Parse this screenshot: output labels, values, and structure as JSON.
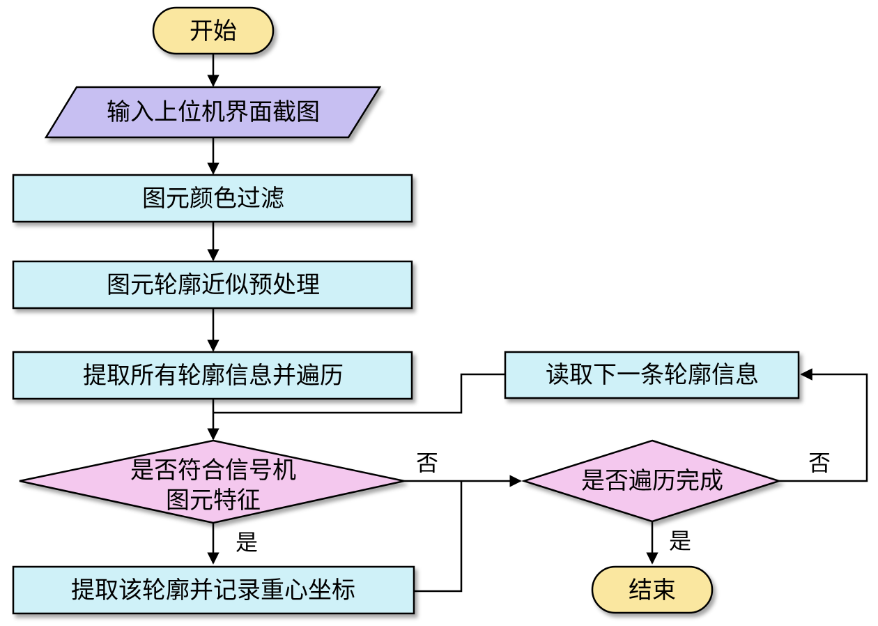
{
  "colors": {
    "terminal": "#FAE7A0",
    "io": "#C7BFF2",
    "process": "#CFF1F8",
    "decision": "#F4C8EE",
    "line": "#000000"
  },
  "nodes": {
    "start": "开始",
    "input": "输入上位机界面截图",
    "color_filter": "图元颜色过滤",
    "contour_preprocess": "图元轮廓近似预处理",
    "extract_traverse": "提取所有轮廓信息并遍历",
    "read_next": "读取下一条轮廓信息",
    "decision_match": {
      "line1": "是否符合信号机",
      "line2": "图元特征"
    },
    "decision_done": "是否遍历完成",
    "extract_record": "提取该轮廓并记录重心坐标",
    "end": "结束"
  },
  "edge_labels": {
    "match_no": "否",
    "match_yes": "是",
    "done_no": "否",
    "done_yes": "是"
  }
}
